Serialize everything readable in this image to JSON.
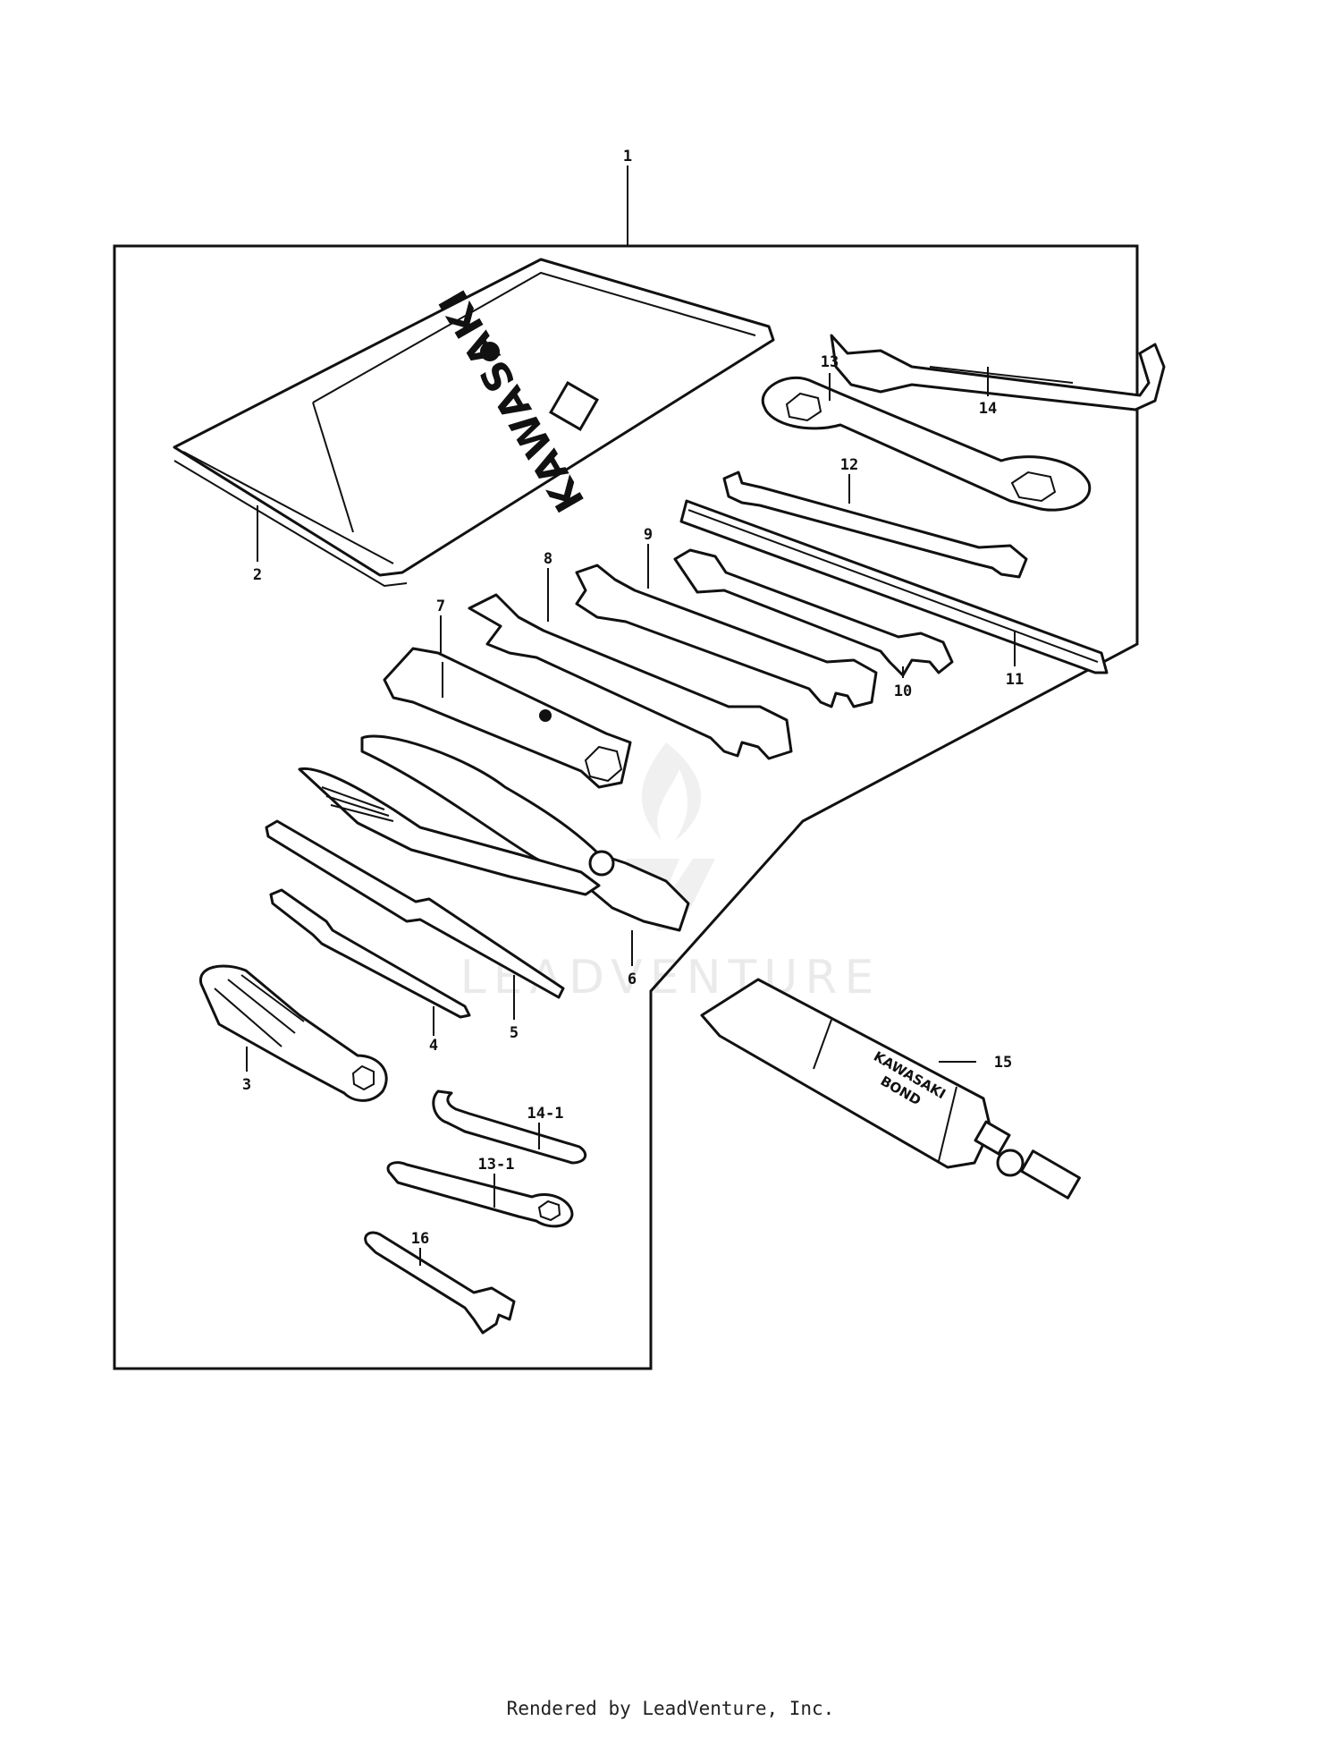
{
  "footer": {
    "credit": "Rendered by LeadVenture, Inc."
  },
  "watermark": {
    "text": "LEADVENTURE"
  },
  "labels": {
    "pouch_brand": "KAWASAKI",
    "tube_line1": "KAWASAKI",
    "tube_line2": "BOND"
  },
  "callouts": {
    "c1": "1",
    "c2": "2",
    "c3": "3",
    "c4": "4",
    "c5": "5",
    "c6": "6",
    "c7": "7",
    "c8": "8",
    "c9": "9",
    "c10": "10",
    "c11": "11",
    "c12": "12",
    "c13": "13",
    "c14": "14",
    "c14_1": "14-1",
    "c13_1": "13-1",
    "c15": "15",
    "c16": "16"
  }
}
